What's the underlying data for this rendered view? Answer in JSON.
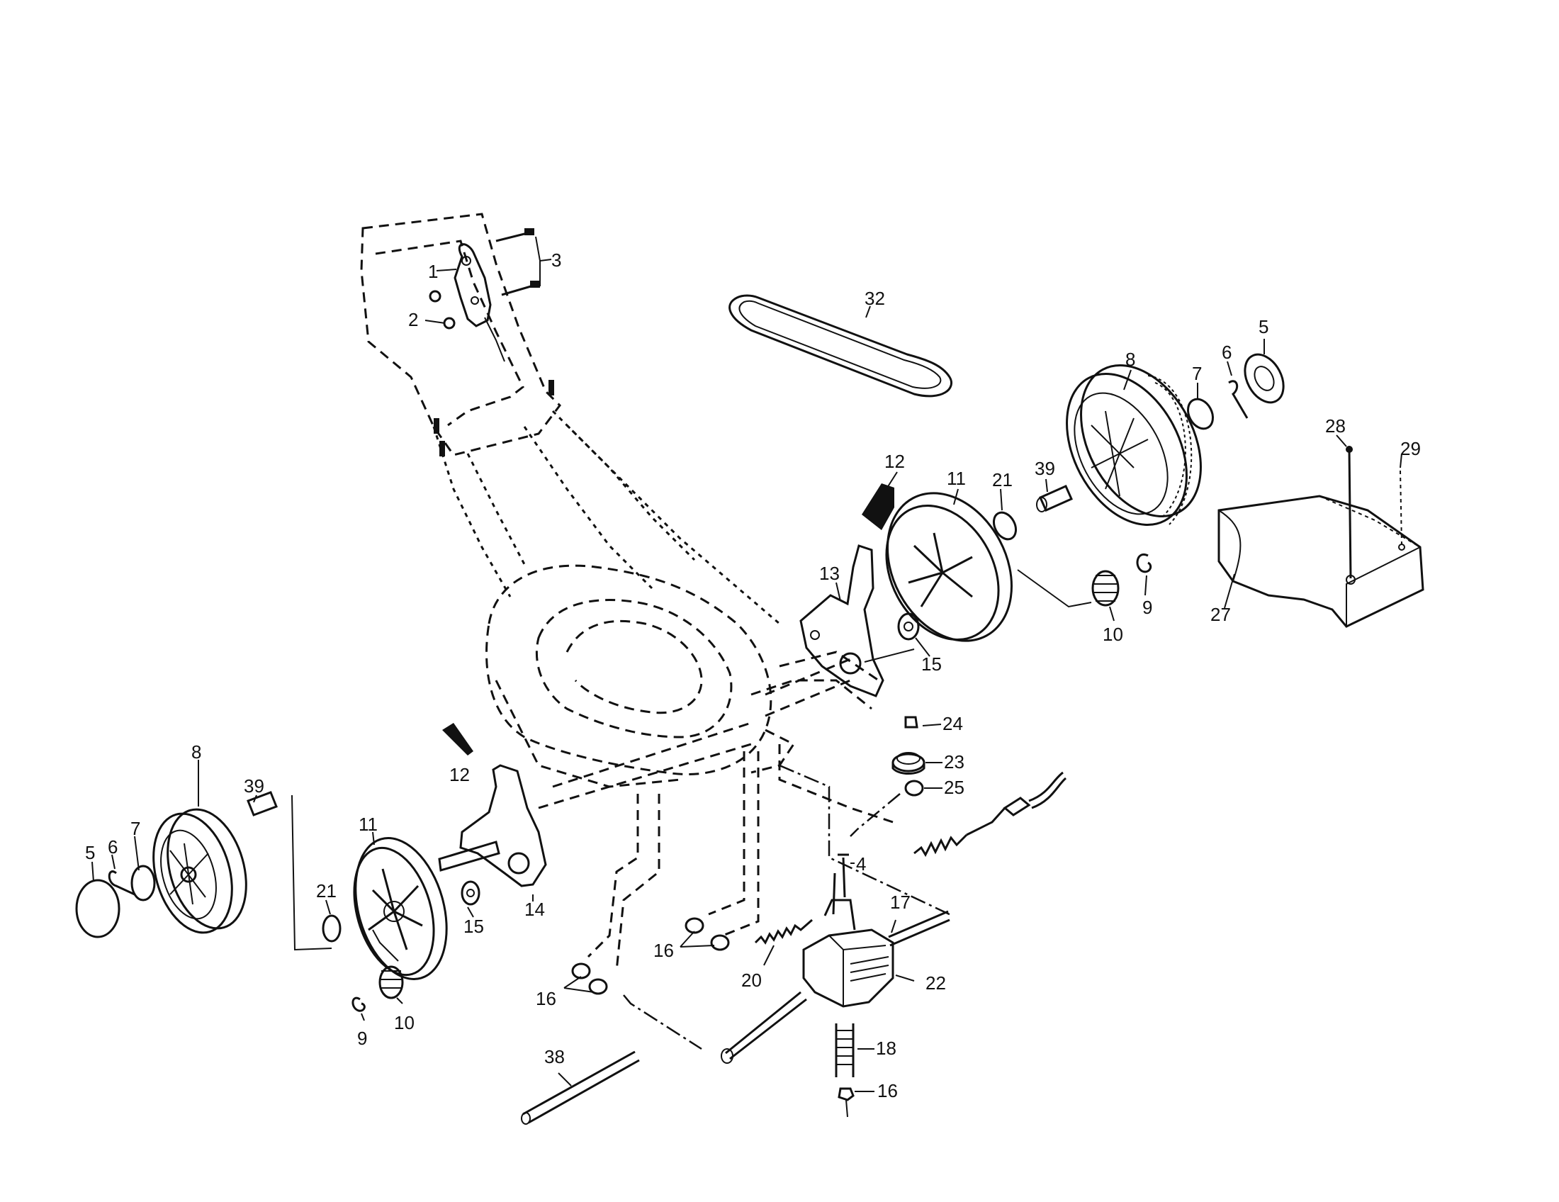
{
  "diagram": {
    "labels": {
      "l1": "1",
      "l2": "2",
      "l3": "3",
      "l32": "32",
      "l8a": "8",
      "l7a": "7",
      "l6a": "6",
      "l5a": "5",
      "l28": "28",
      "l29": "29",
      "l27": "27",
      "l12a": "12",
      "l11a": "11",
      "l21a": "21",
      "l39a": "39",
      "l13": "13",
      "l15a": "15",
      "l10a": "10",
      "l9a": "9",
      "l24": "24",
      "l23": "23",
      "l25": "25",
      "l4": "4",
      "l8b": "8",
      "l39b": "39",
      "l7b": "7",
      "l6b": "6",
      "l5b": "5",
      "l11b": "11",
      "l12b": "12",
      "l21b": "21",
      "l15b": "15",
      "l14": "14",
      "l9b": "9",
      "l10b": "10",
      "l16a": "16",
      "l16b": "16",
      "l16c": "16",
      "l17": "17",
      "l20": "20",
      "l22": "22",
      "l18": "18",
      "l38": "38"
    }
  }
}
